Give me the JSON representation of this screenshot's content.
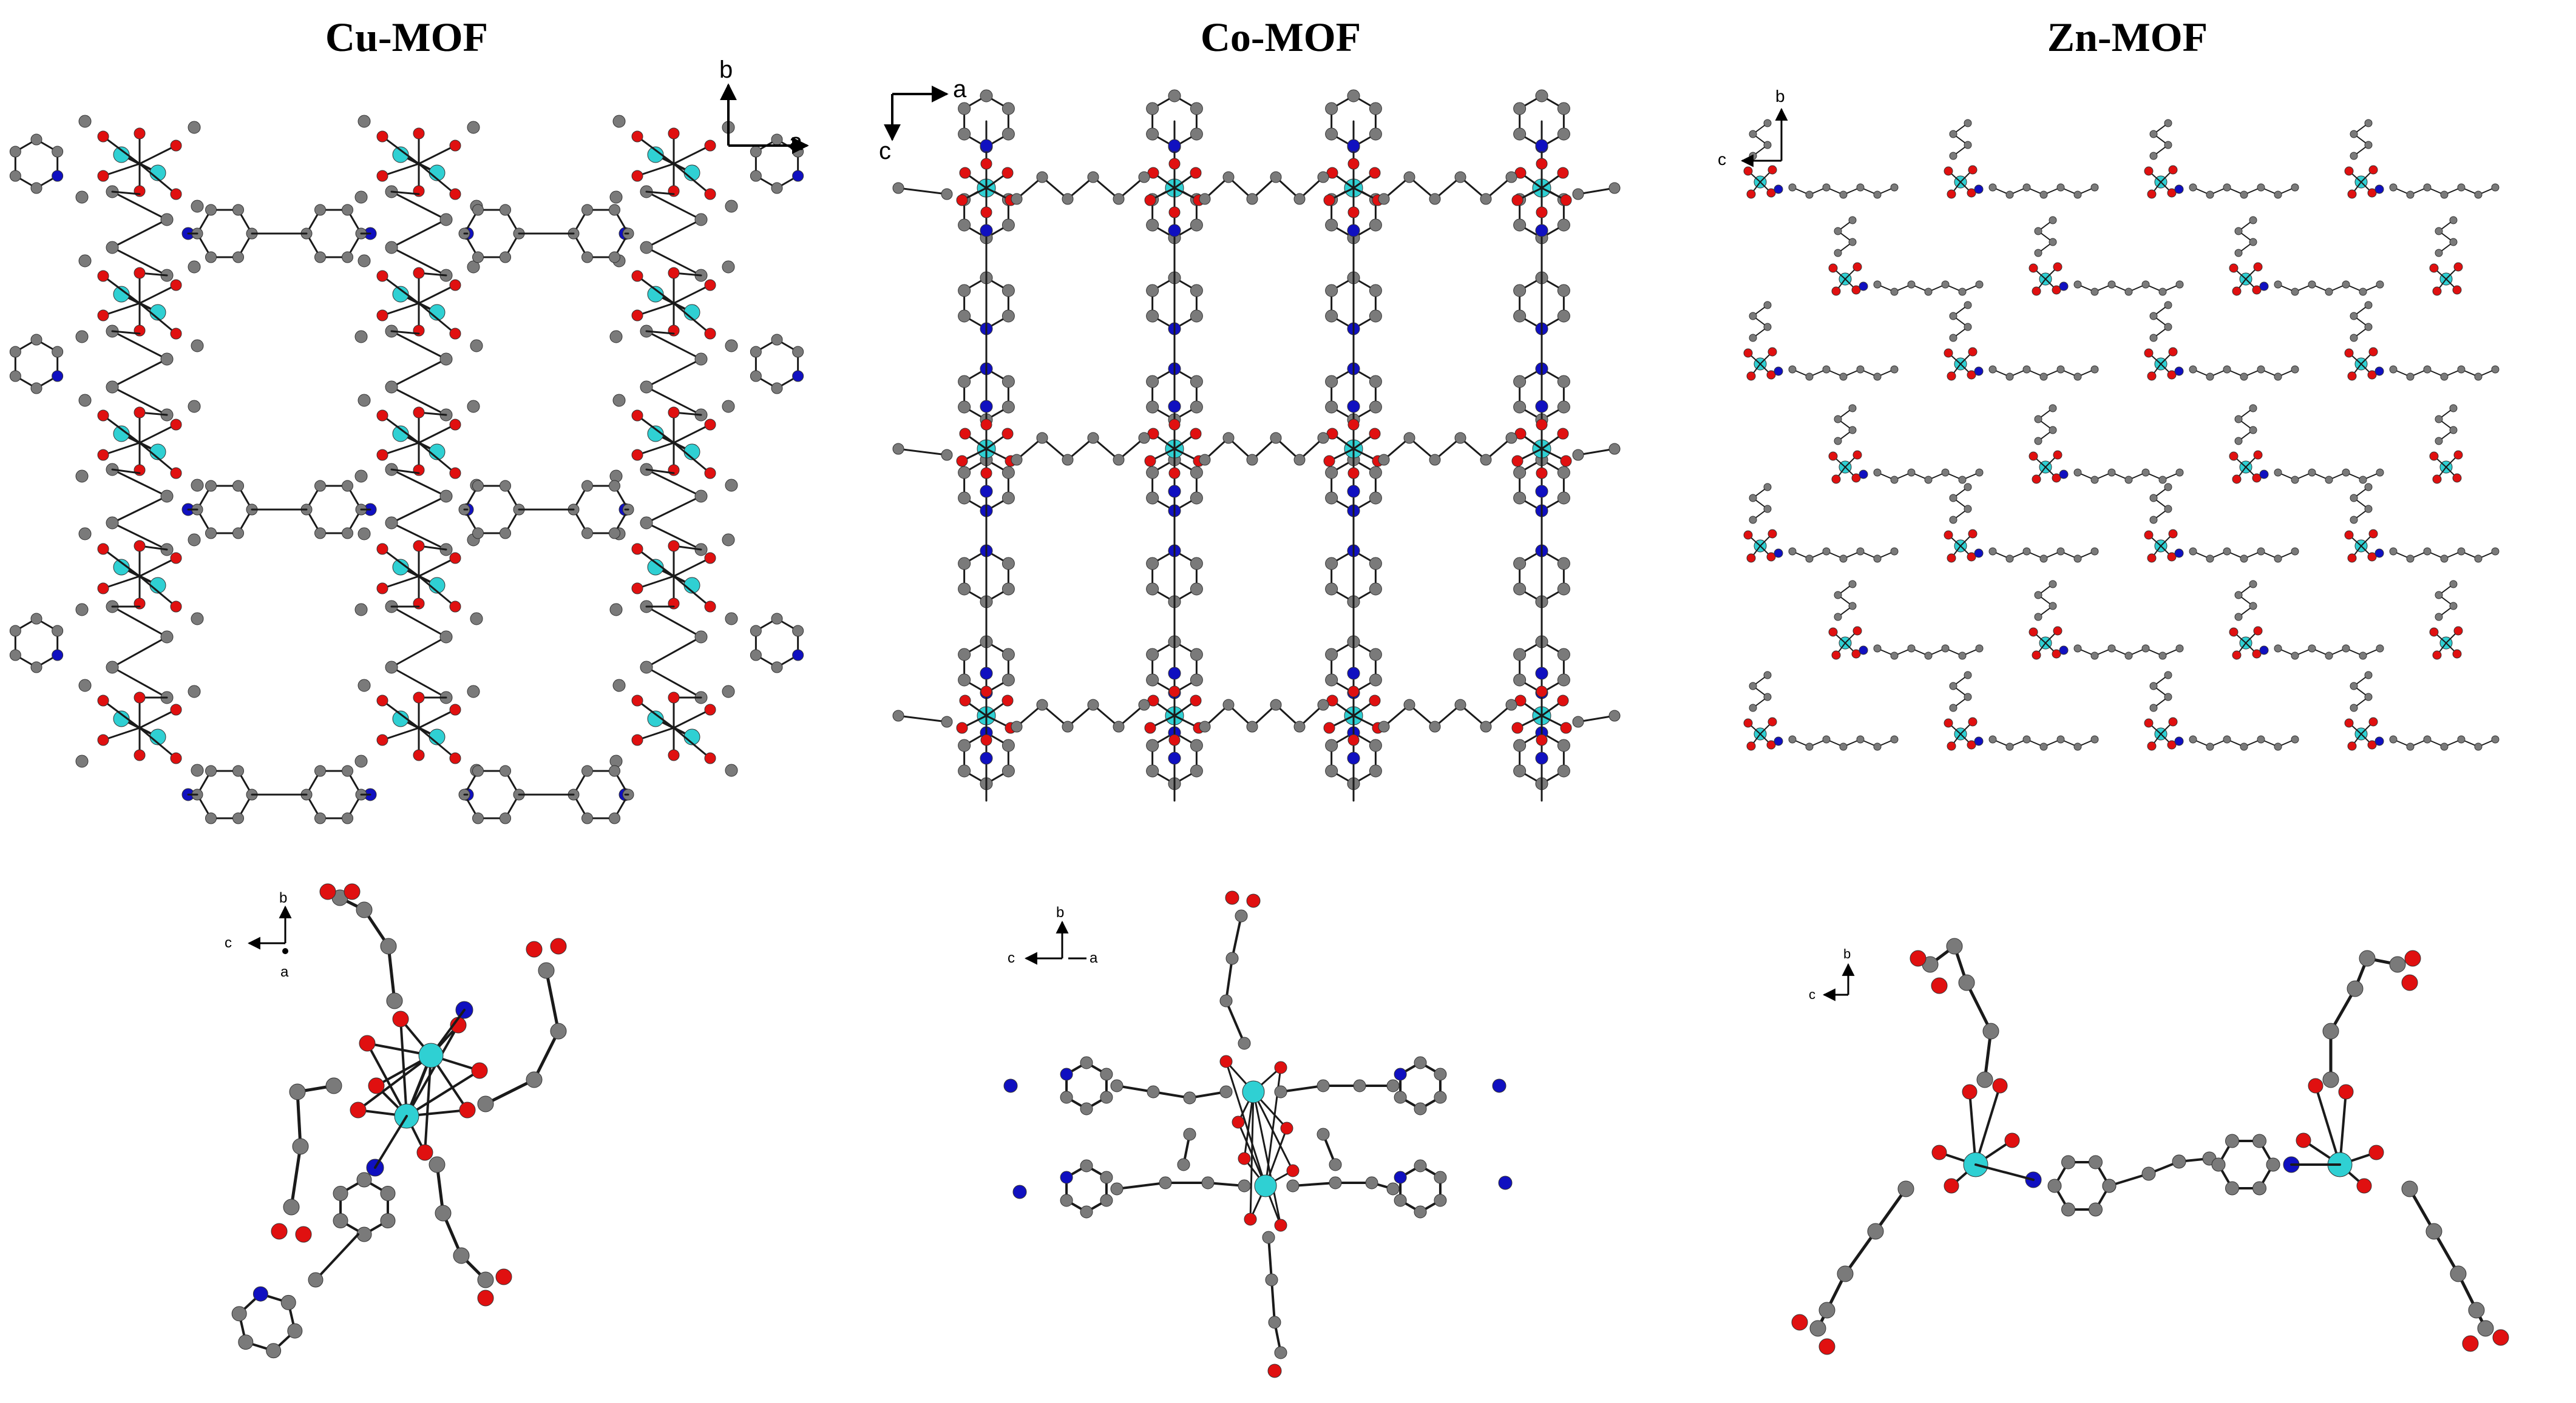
{
  "panels": [
    {
      "title": "Cu-MOF",
      "network_axes": {
        "horizontal": "a",
        "vertical": "b"
      },
      "unit_axes": {
        "horizontal": "c",
        "vertical": "b",
        "depth": "a"
      }
    },
    {
      "title": "Co-MOF",
      "network_axes": {
        "horizontal": "a",
        "vertical": "c"
      },
      "unit_axes": {
        "horizontal_left": "c",
        "horizontal_right": "a",
        "vertical": "b"
      }
    },
    {
      "title": "Zn-MOF",
      "network_axes": {
        "horizontal": "c",
        "vertical": "b"
      },
      "unit_axes": {
        "horizontal": "c",
        "vertical": "b"
      }
    }
  ],
  "atom_colors": {
    "metal": "#2fd0d3",
    "oxygen": "#e01010",
    "nitrogen": "#1010c0",
    "carbon": "#7a7a7a",
    "bond": "#1a1a1a"
  }
}
